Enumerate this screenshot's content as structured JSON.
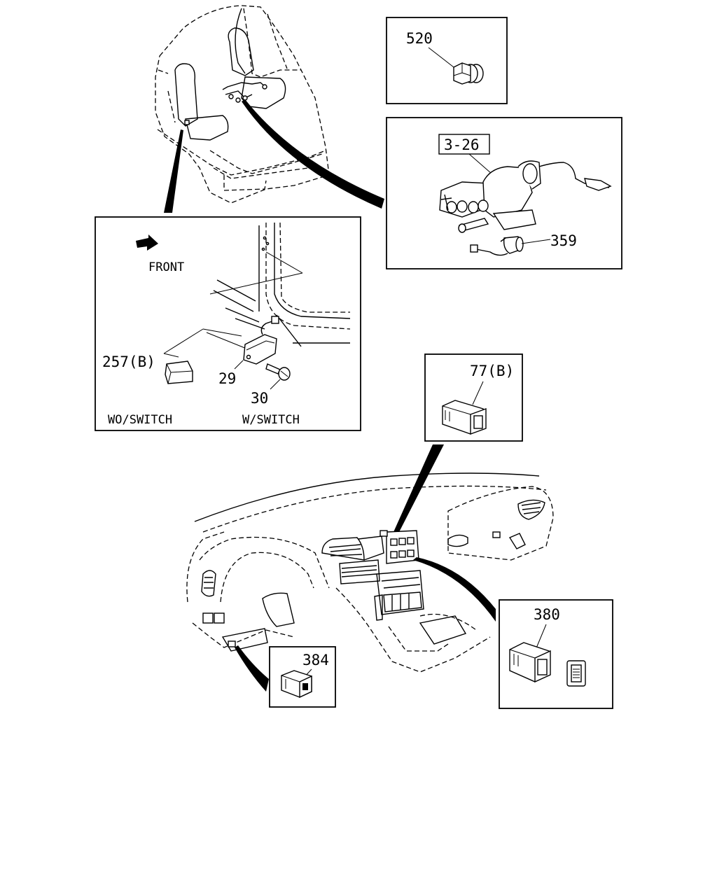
{
  "callouts": {
    "p520": "520",
    "p3_26": "3-26",
    "p359": "359",
    "p257b": "257(B)",
    "p29": "29",
    "p30": "30",
    "p77b": "77(B)",
    "p380": "380",
    "p384": "384"
  },
  "labels": {
    "front": "FRONT",
    "wo_switch": "WO/SWITCH",
    "w_switch": "W/SWITCH"
  }
}
